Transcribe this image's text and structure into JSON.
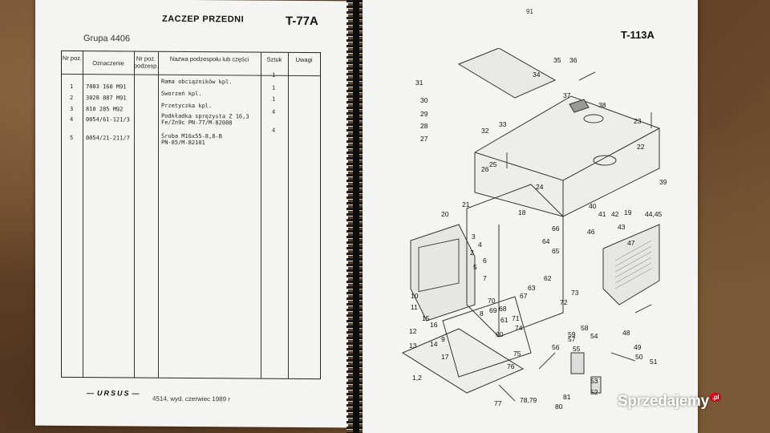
{
  "left_page": {
    "title": "ZACZEP PRZEDNI",
    "code": "T-77A",
    "group": "Grupa 4406",
    "headers": [
      "Nr poz.",
      "Oznaczenie",
      "Nr poz. podzesp.",
      "Nazwa podzespołu lub części",
      "Sztuk",
      "Uwagi"
    ],
    "rows": [
      {
        "nr": "1",
        "ozn": "7003 160 M91",
        "name": "Rama obciążników kpl.",
        "qty": "1"
      },
      {
        "nr": "2",
        "ozn": "3028 887 M91",
        "name": "Sworzeń kpl.",
        "qty": "1"
      },
      {
        "nr": "3",
        "ozn": "810 285 M92",
        "name": "Przetyczka kpl.",
        "qty": "1"
      },
      {
        "nr": "4",
        "ozn": "0054/61-121/3",
        "name": "Podkładka sprężysta Z 16,3",
        "name2": "Fe/Zn9c PN-77/M-82008",
        "qty": "4"
      },
      {
        "nr": "5",
        "ozn": "0054/21-211/7",
        "name": "Śruba M16x55-8,8-B",
        "name2": "PN-85/M-82101",
        "qty": "4"
      }
    ],
    "footer_logo": "URSUS",
    "footer_text": "4514, wyd. czerwiec 1989 r"
  },
  "right_page": {
    "page_number": "91",
    "code": "T-113A",
    "callouts": [
      "31",
      "30",
      "29",
      "28",
      "27",
      "35",
      "36",
      "34",
      "37",
      "38",
      "33",
      "32",
      "25",
      "22",
      "23",
      "24",
      "26",
      "20",
      "21",
      "18",
      "19",
      "40",
      "41",
      "42",
      "43",
      "44,45",
      "46",
      "47",
      "48",
      "49",
      "50",
      "51",
      "52",
      "53",
      "54",
      "55",
      "56",
      "57",
      "58",
      "59",
      "60",
      "61",
      "62",
      "63",
      "64",
      "65",
      "66",
      "67",
      "68",
      "69",
      "70",
      "71",
      "72",
      "73",
      "74",
      "75",
      "76",
      "77",
      "78,79",
      "80",
      "81",
      "12",
      "13",
      "14",
      "15",
      "16",
      "17",
      "10",
      "11",
      "9",
      "8",
      "7",
      "6",
      "5",
      "4",
      "3",
      "2",
      "1,2",
      "39"
    ]
  },
  "watermark": "Sprzedajemy",
  "watermark_badge": ".pl"
}
